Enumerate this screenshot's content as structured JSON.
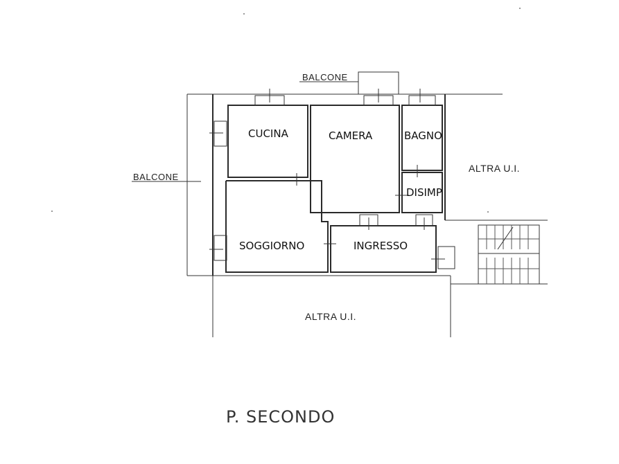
{
  "labels": {
    "balcone_top": "BALCONE",
    "balcone_left": "BALCONE",
    "cucina": "CUCINA",
    "camera": "CAMERA",
    "bagno": "BAGNO",
    "disimp": "DISIMP",
    "soggiorno": "SOGGIORNO",
    "ingresso": "INGRESSO",
    "altra_right": "ALTRA U.I.",
    "altra_bottom": "ALTRA U.I.",
    "floor": "P. SECONDO"
  },
  "colors": {
    "ink": "#2a2a2a",
    "background": "#ffffff"
  }
}
